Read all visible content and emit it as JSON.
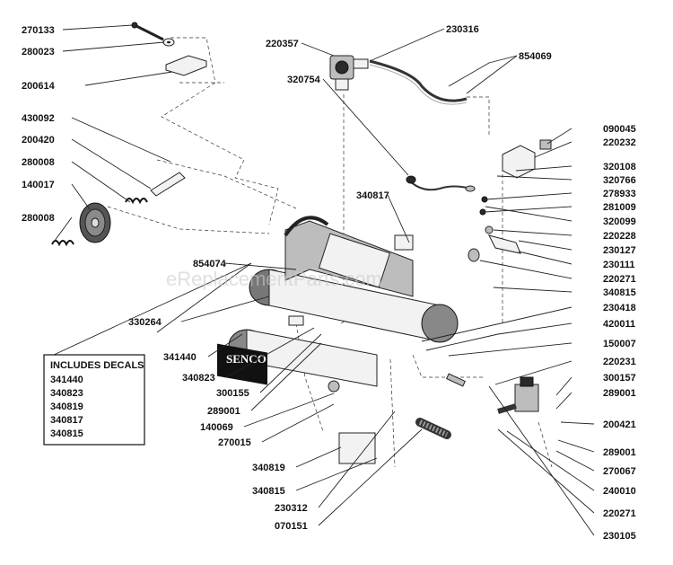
{
  "part_numbers": [
    "270133",
    "280023",
    "200614",
    "430092",
    "200420",
    "280008",
    "140017",
    "280008",
    "220357",
    "230316",
    "854069",
    "320754",
    "090045",
    "220232",
    "320108",
    "320766",
    "278933",
    "281009",
    "320099",
    "220228",
    "230127",
    "230111",
    "220271",
    "340815",
    "230418",
    "420011",
    "150007",
    "220231",
    "300157",
    "289001",
    "200421",
    "289001",
    "270067",
    "240010",
    "220271",
    "230105",
    "340817",
    "854074",
    "330264",
    "341440",
    "340823",
    "300155",
    "289001",
    "140069",
    "270015",
    "340819",
    "340815",
    "230312",
    "070151"
  ],
  "decals_box": {
    "title": "INCLUDES DECALS",
    "items": [
      "341440",
      "340823",
      "340819",
      "340817",
      "340815"
    ]
  },
  "brand_plate": "SENCO",
  "watermark": "eReplacementParts.com"
}
